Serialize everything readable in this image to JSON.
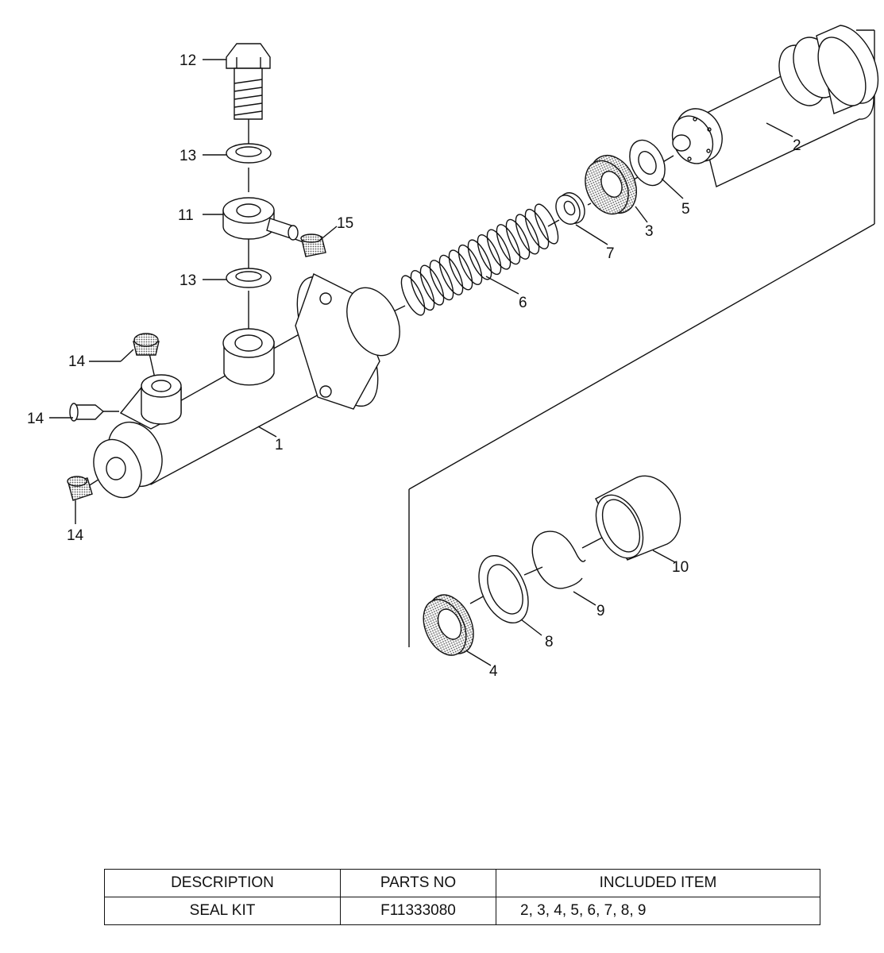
{
  "callouts": {
    "c1": "1",
    "c2": "2",
    "c3": "3",
    "c4": "4",
    "c5": "5",
    "c6": "6",
    "c7": "7",
    "c8": "8",
    "c9": "9",
    "c10": "10",
    "c11": "11",
    "c12": "12",
    "c13a": "13",
    "c13b": "13",
    "c14a": "14",
    "c14b": "14",
    "c14c": "14",
    "c15": "15"
  },
  "table": {
    "headers": [
      "DESCRIPTION",
      "PARTS NO",
      "INCLUDED ITEM"
    ],
    "rows": [
      [
        "SEAL KIT",
        "F11333080",
        "2, 3, 4, 5, 6, 7, 8, 9"
      ]
    ]
  }
}
